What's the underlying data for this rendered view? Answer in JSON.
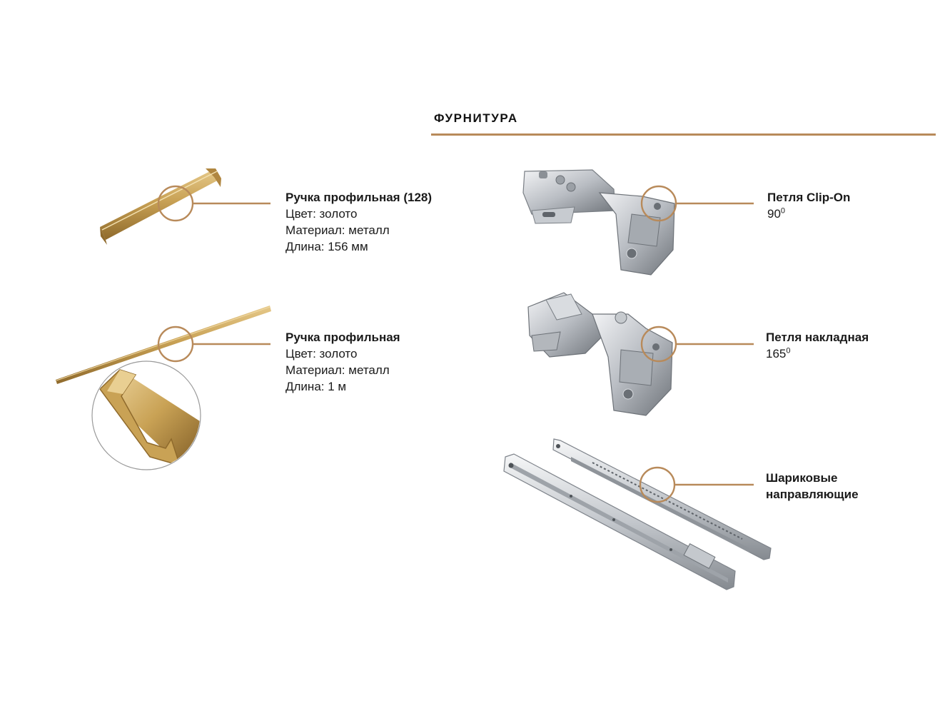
{
  "header": {
    "title": "ФУРНИТУРА"
  },
  "colors": {
    "accent": "#b88a5a",
    "gold": "#c9a255",
    "steel": "#b8bcc2"
  },
  "items": [
    {
      "icon": "gold-profile-handle-128-image",
      "name": "Ручка профильная (128)",
      "color": "Цвет: золото",
      "material": "Материал: металл",
      "length": "Длина: 156 мм"
    },
    {
      "icon": "gold-profile-handle-1m-image",
      "name": "Ручка профильная",
      "color": "Цвет: золото",
      "material": "Материал: металл",
      "length": "Длина: 1 м"
    },
    {
      "icon": "clip-on-hinge-image",
      "name": "Петля Clip-On",
      "angle": "90",
      "degree": "0"
    },
    {
      "icon": "overlay-hinge-image",
      "name": "Петля накладная",
      "angle": "165",
      "degree": "0"
    },
    {
      "icon": "ball-bearing-slides-image",
      "name_line1": "Шариковые",
      "name_line2": "направляющие"
    }
  ]
}
